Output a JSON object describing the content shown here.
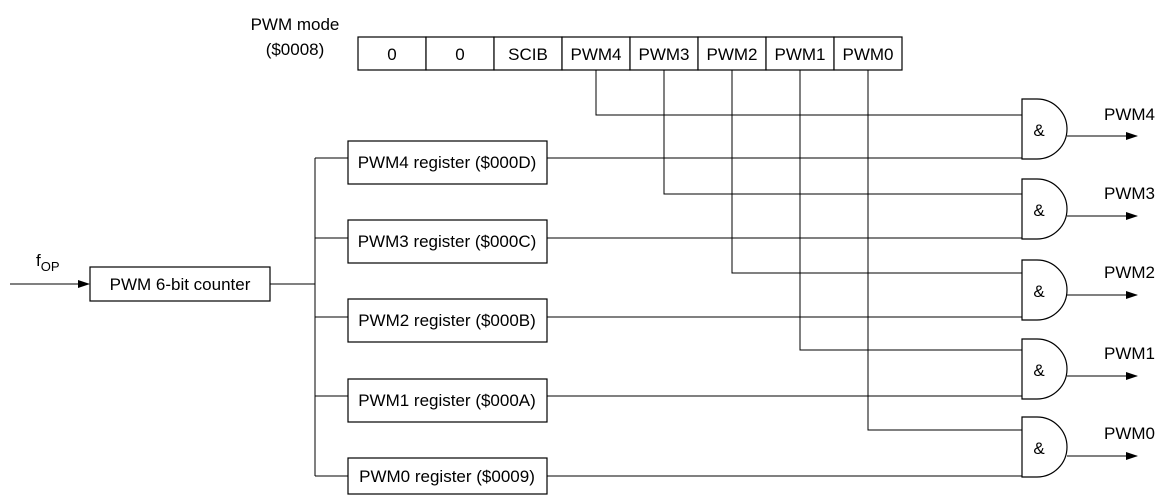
{
  "mode_register": {
    "label_line1": "PWM mode",
    "label_line2": "($0008)",
    "bits": [
      "0",
      "0",
      "SCIB",
      "PWM4",
      "PWM3",
      "PWM2",
      "PWM1",
      "PWM0"
    ]
  },
  "input": {
    "label_main": "f",
    "label_sub": "OP"
  },
  "counter": {
    "label": "PWM 6-bit counter"
  },
  "registers": [
    {
      "label": "PWM4 register ($000D)"
    },
    {
      "label": "PWM3 register ($000C)"
    },
    {
      "label": "PWM2 register ($000B)"
    },
    {
      "label": "PWM1 register ($000A)"
    },
    {
      "label": "PWM0 register ($0009)"
    }
  ],
  "gates": [
    {
      "symbol": "&",
      "output": "PWM4"
    },
    {
      "symbol": "&",
      "output": "PWM3"
    },
    {
      "symbol": "&",
      "output": "PWM2"
    },
    {
      "symbol": "&",
      "output": "PWM1"
    },
    {
      "symbol": "&",
      "output": "PWM0"
    }
  ]
}
